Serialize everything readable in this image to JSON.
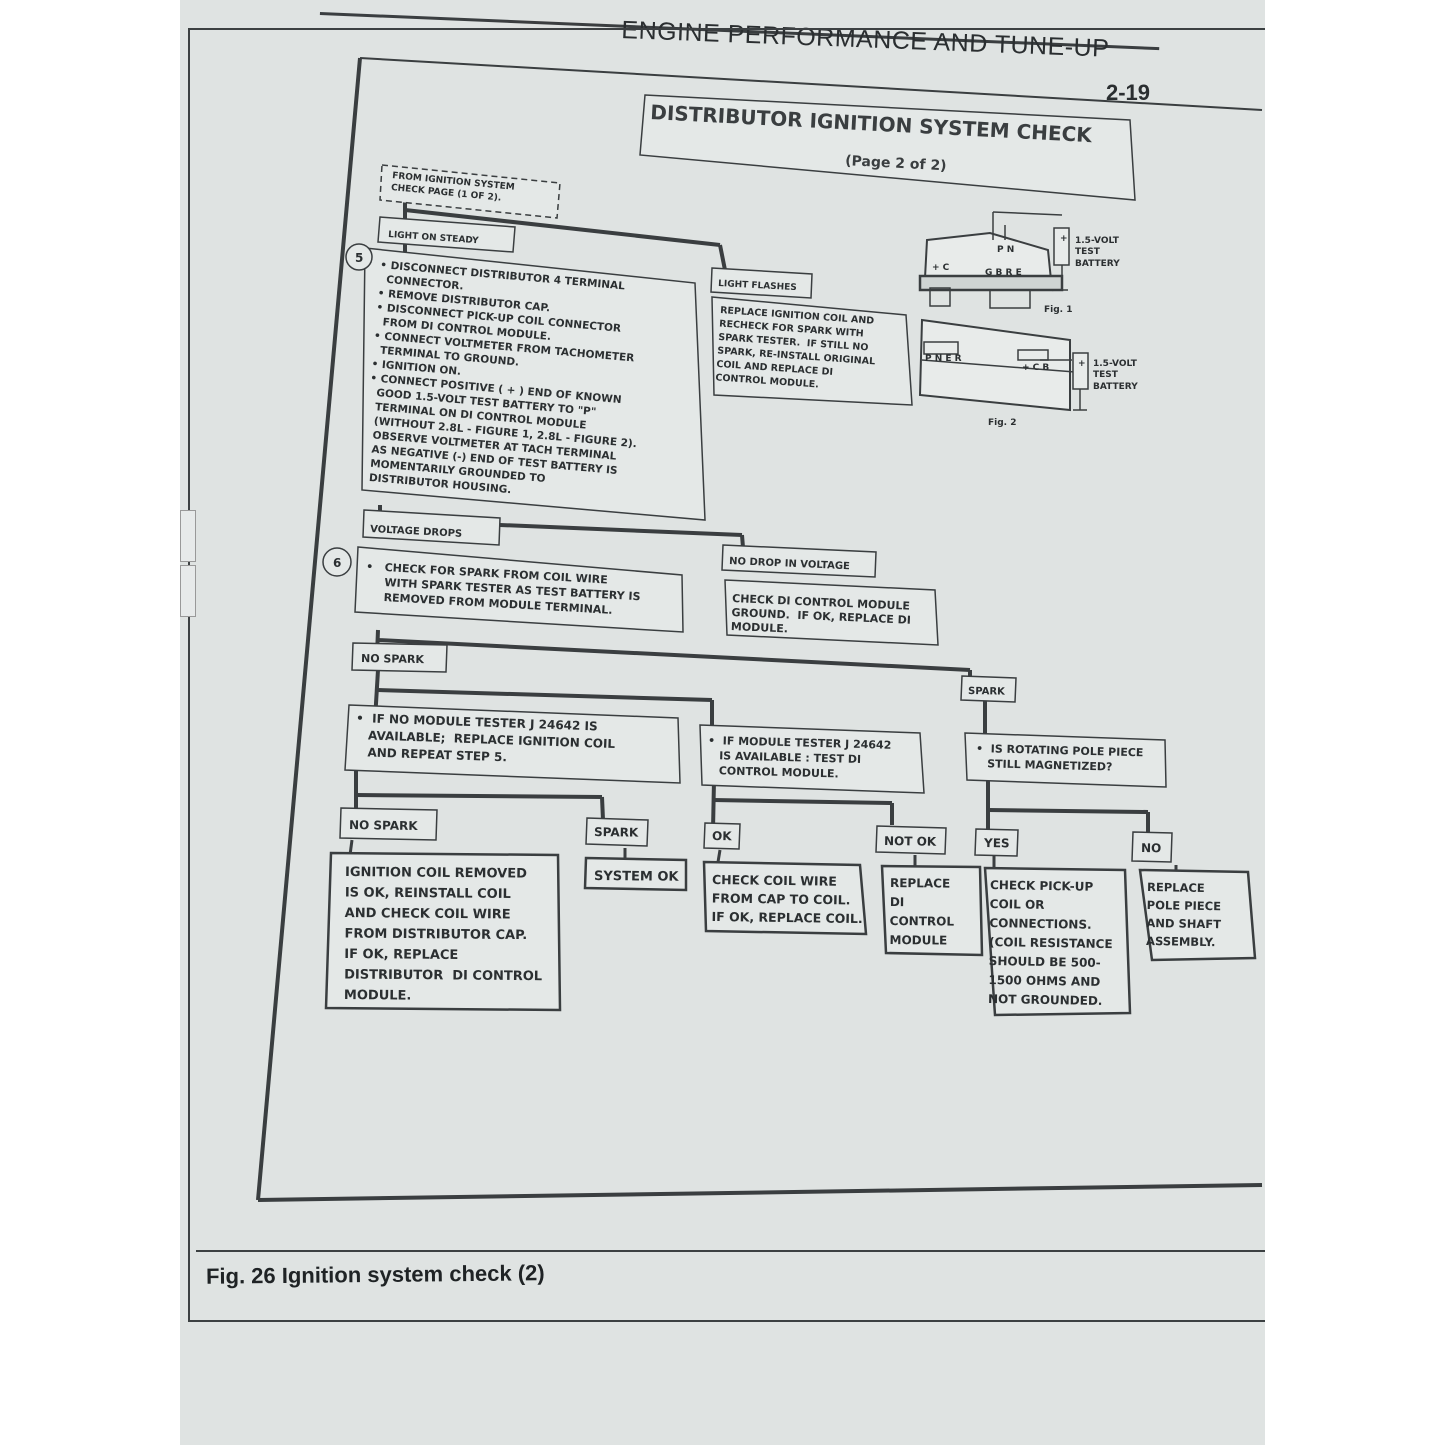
{
  "header": {
    "section": "ENGINE PERFORMANCE AND TUNE-UP",
    "page": "2-19"
  },
  "title": {
    "main": "DISTRIBUTOR IGNITION SYSTEM CHECK",
    "sub": "(Page 2 of 2)"
  },
  "caption": "Fig. 26 Ignition system check (2)",
  "entry": [
    "FROM IGNITION SYSTEM",
    "CHECK PAGE (1 OF 2)."
  ],
  "labels": {
    "light_on_steady": "LIGHT ON STEADY",
    "light_flashes": "LIGHT FLASHES",
    "voltage_drops": "VOLTAGE DROPS",
    "no_drop": "NO DROP IN VOLTAGE",
    "no_spark_1": "NO SPARK",
    "spark_1": "SPARK",
    "no_spark_2": "NO SPARK",
    "spark_2": "SPARK",
    "ok": "OK",
    "not_ok": "NOT OK",
    "yes": "YES",
    "no": "NO"
  },
  "steps": {
    "five": "5",
    "six": "6"
  },
  "boxes": {
    "step5": [
      "• DISCONNECT DISTRIBUTOR 4 TERMINAL",
      "  CONNECTOR.",
      "• REMOVE DISTRIBUTOR CAP.",
      "• DISCONNECT PICK-UP COIL CONNECTOR",
      "  FROM DI CONTROL MODULE.",
      "• CONNECT VOLTMETER FROM TACHOMETER",
      "  TERMINAL TO GROUND.",
      "• IGNITION ON.",
      "• CONNECT POSITIVE ( + ) END OF KNOWN",
      "  GOOD 1.5-VOLT TEST BATTERY TO \"P\"",
      "  TERMINAL ON DI CONTROL MODULE",
      "  (WITHOUT 2.8L - FIGURE 1, 2.8L - FIGURE 2).",
      "  OBSERVE VOLTMETER AT TACH TERMINAL",
      "  AS NEGATIVE (-) END OF TEST BATTERY IS",
      "  MOMENTARILY GROUNDED TO",
      "  DISTRIBUTOR HOUSING."
    ],
    "replace_coil": [
      "REPLACE IGNITION COIL AND",
      "RECHECK FOR SPARK WITH",
      "SPARK TESTER.  IF STILL NO",
      "SPARK, RE-INSTALL ORIGINAL",
      "COIL AND REPLACE DI",
      "CONTROL MODULE."
    ],
    "step6": [
      "•   CHECK FOR SPARK FROM COIL WIRE",
      "     WITH SPARK TESTER AS TEST BATTERY IS",
      "     REMOVED FROM MODULE TERMINAL."
    ],
    "check_ground": [
      "CHECK DI CONTROL MODULE",
      "GROUND.  IF OK, REPLACE DI",
      "MODULE."
    ],
    "no_tester": [
      "•  IF NO MODULE TESTER J 24642 IS",
      "   AVAILABLE;  REPLACE IGNITION COIL",
      "   AND REPEAT STEP 5."
    ],
    "tester": [
      "•  IF MODULE TESTER J 24642",
      "   IS AVAILABLE : TEST DI",
      "   CONTROL MODULE."
    ],
    "pole_question": [
      "•  IS ROTATING POLE PIECE",
      "   STILL MAGNETIZED?"
    ],
    "coil_removed": [
      "IGNITION COIL REMOVED",
      "IS OK, REINSTALL COIL",
      "AND CHECK COIL WIRE",
      "FROM DISTRIBUTOR CAP.",
      "IF OK, REPLACE",
      "DISTRIBUTOR  DI CONTROL",
      "MODULE."
    ],
    "system_ok": [
      "SYSTEM OK"
    ],
    "check_coil_wire": [
      "CHECK COIL WIRE",
      "FROM CAP TO COIL.",
      "IF OK, REPLACE COIL."
    ],
    "replace_module": [
      "REPLACE",
      "DI",
      "CONTROL",
      "MODULE"
    ],
    "check_pickup": [
      "CHECK PICK-UP",
      "COIL OR",
      "CONNECTIONS.",
      "(COIL RESISTANCE",
      "SHOULD BE 500-",
      "1500 OHMS AND",
      "NOT GROUNDED."
    ],
    "replace_pole": [
      "REPLACE",
      "POLE PIECE",
      "AND SHAFT",
      "ASSEMBLY."
    ]
  },
  "figures": {
    "fig1": {
      "label": "Fig. 1",
      "terminals_top": "P N",
      "terminals_bottom": "G B R E",
      "plus_c": "+ C",
      "battery": [
        "1.5-VOLT",
        "TEST",
        "BATTERY"
      ]
    },
    "fig2": {
      "label": "Fig. 2",
      "terminals_left": "P N E R",
      "plus_cb": "+ C B",
      "battery": [
        "1.5-VOLT",
        "TEST",
        "BATTERY"
      ]
    }
  }
}
